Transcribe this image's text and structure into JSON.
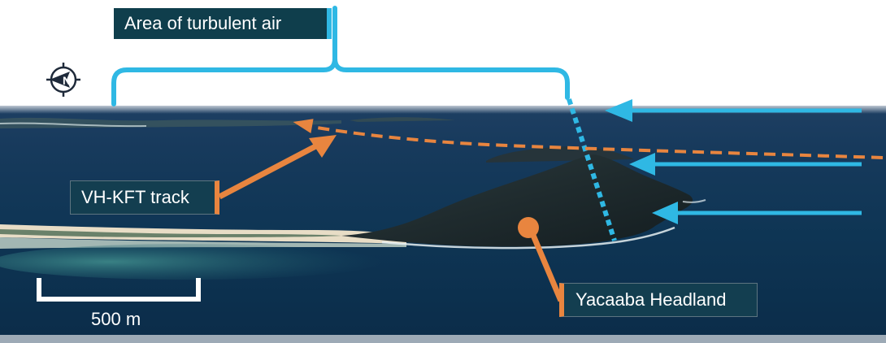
{
  "labels": {
    "turbulence": "Area of turbulent air",
    "track": "VH-KFT track",
    "headland": "Yacaaba Headland"
  },
  "scale_bar": {
    "label": "500 m"
  },
  "compass": {
    "icon": "compass-north-icon",
    "letter": "N"
  },
  "colors": {
    "wind_arrow": "#2fb8e4",
    "track_line": "#e8853f",
    "label_bg": "#133e50"
  }
}
